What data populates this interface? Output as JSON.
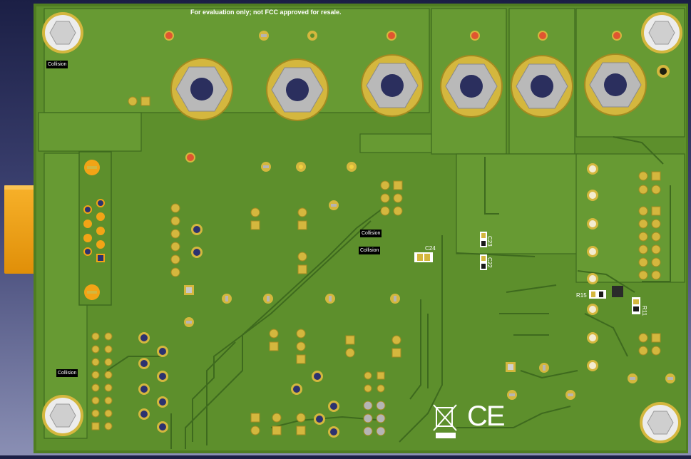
{
  "board": {
    "banner": "For evaluation only; not FCC approved for resale.",
    "ce_mark": "CE",
    "colors": {
      "solder_mask": "#5d8f2c",
      "copper_pour": "#6a9a34",
      "trace": "#3e6a1e",
      "pad_gold": "#d8c048",
      "hole_gray": "#b9b9b9",
      "hole_navy": "#2b2f5e",
      "led_red": "#e05530",
      "connector_orange": "#f2a416",
      "via_blue": "#2c3270"
    },
    "labels": {
      "collision_1": "Collision",
      "collision_2": "Collision",
      "collision_3": "Collision",
      "collision_4": "Collision",
      "c24": "C24",
      "c23": "C23",
      "c22": "C22",
      "r15": "R15",
      "r11": "R11"
    },
    "icons": {
      "weee": "crossed-out-bin-icon",
      "ce": "ce-mark-icon"
    }
  }
}
